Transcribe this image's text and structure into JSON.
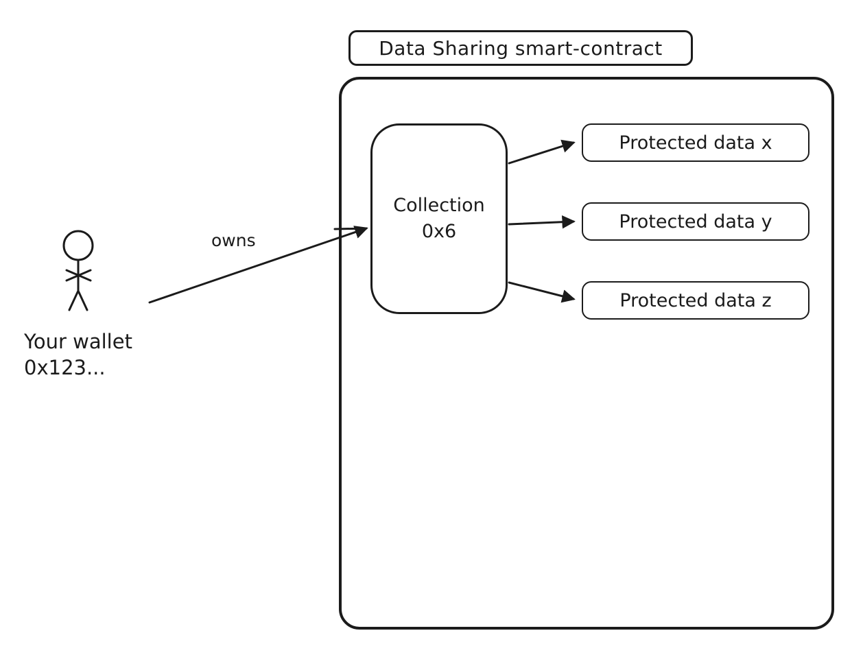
{
  "diagram": {
    "title": "Data Sharing smart-contract",
    "collection": {
      "label": "Collection\n0x6"
    },
    "protected_data": [
      {
        "label": "Protected data x"
      },
      {
        "label": "Protected data y"
      },
      {
        "label": "Protected data z"
      }
    ],
    "wallet": {
      "label": "Your wallet\n0x123..."
    },
    "relations": {
      "owns": "owns"
    },
    "colors": {
      "stroke": "#1b1b1b",
      "background": "#ffffff"
    }
  }
}
